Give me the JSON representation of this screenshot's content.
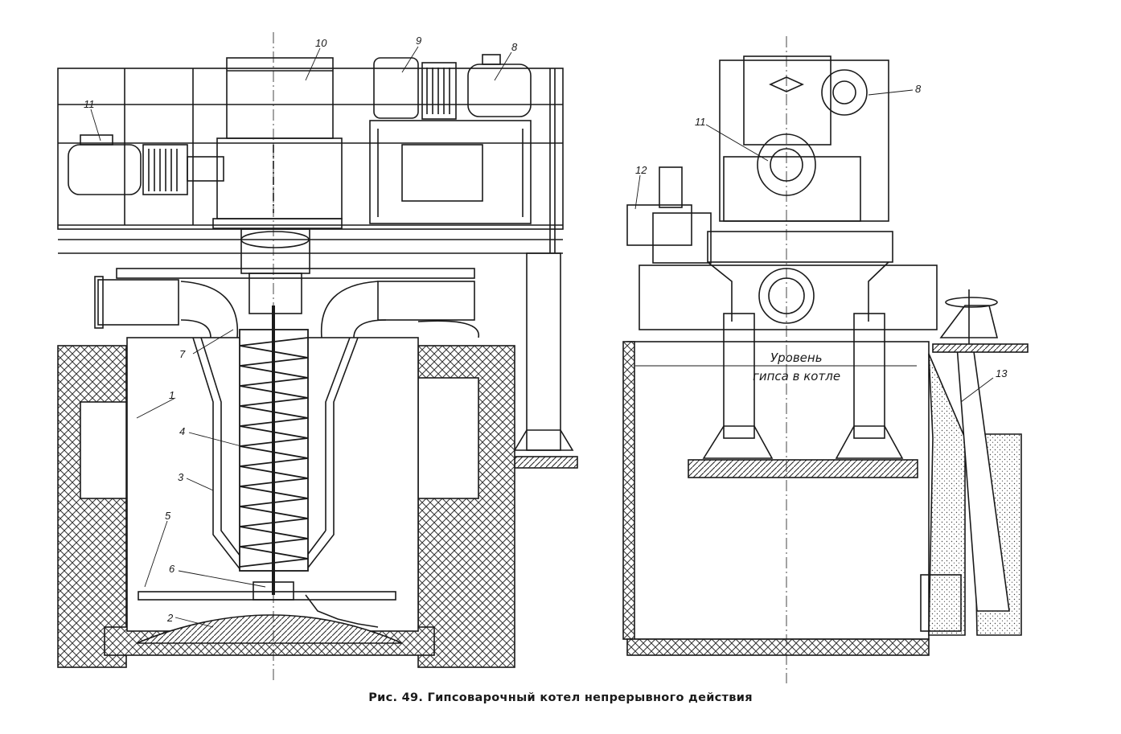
{
  "figure": {
    "caption": "Рис. 49. Гипсоварочный котел непрерывного действия"
  },
  "left_view": {
    "callouts": [
      "10",
      "9",
      "8",
      "11",
      "7",
      "1",
      "4",
      "3",
      "5",
      "6",
      "2"
    ]
  },
  "right_view": {
    "callouts": [
      "8",
      "11",
      "12",
      "13"
    ],
    "level_note_line1": "Уровень",
    "level_note_line2": "гипса в котле"
  }
}
